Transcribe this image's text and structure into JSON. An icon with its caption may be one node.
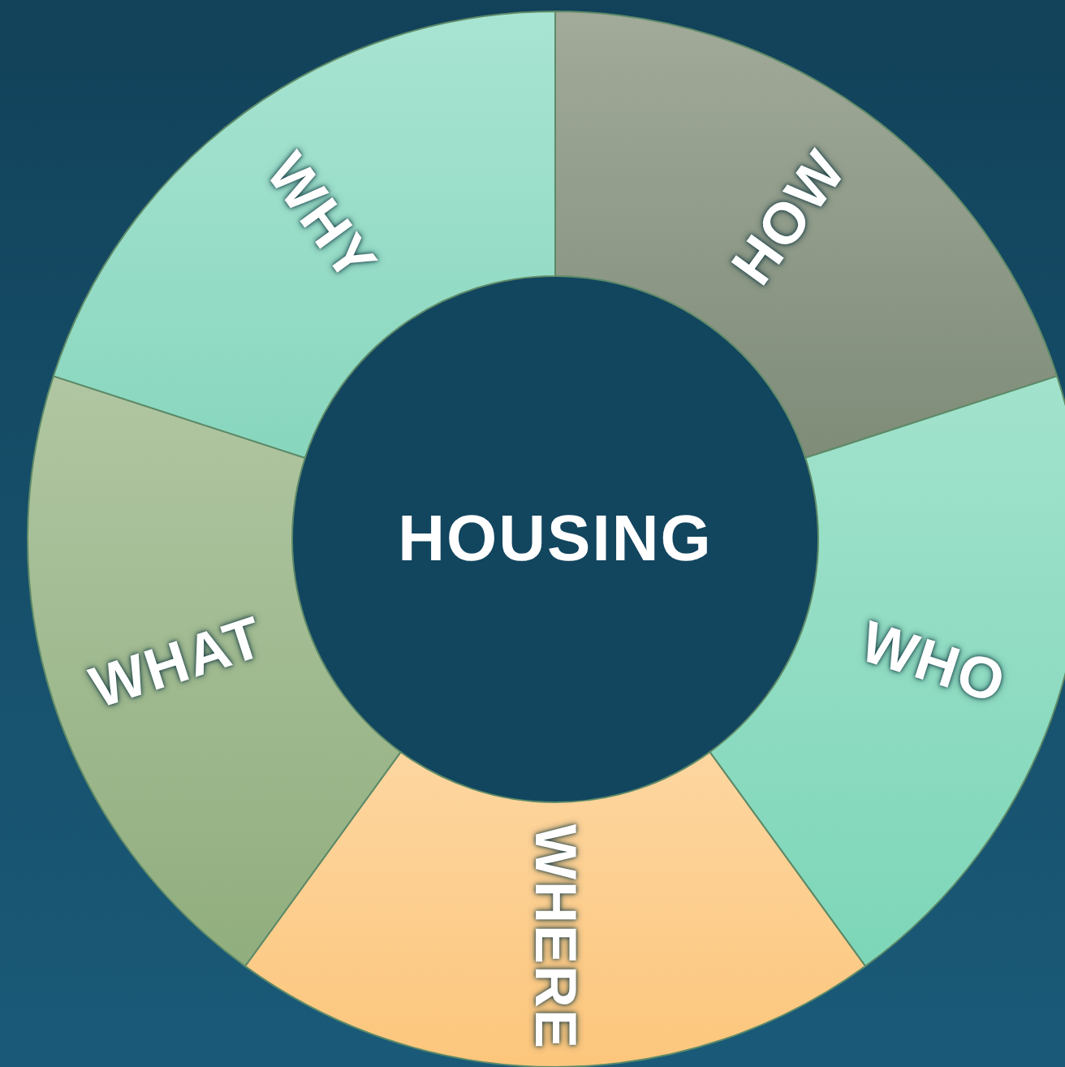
{
  "diagram": {
    "nodes": [
      {
        "text": [
          "HOUSING"
        ]
      },
      {
        "text": [
          "HOW"
        ]
      },
      {
        "text": [
          "WHO"
        ]
      },
      {
        "text": [
          "WHERE"
        ]
      },
      {
        "text": [
          "WHAT"
        ]
      },
      {
        "text": [
          "WHY"
        ]
      }
    ]
  }
}
